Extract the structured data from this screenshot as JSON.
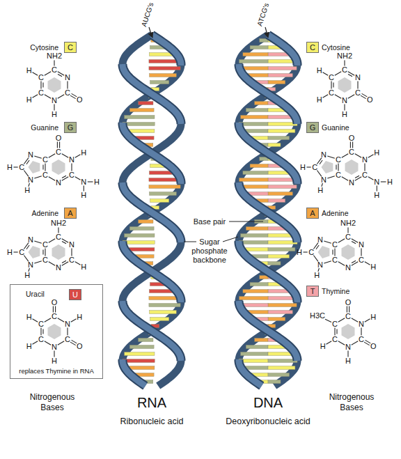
{
  "diagram": {
    "nodes": [
      {
        "text": [
          "C"
        ]
      },
      {
        "text": [
          "G"
        ]
      },
      {
        "text": [
          "A"
        ]
      },
      {
        "text": [
          "Uracil",
          "replaces Thymine in RNA"
        ]
      },
      {
        "text": [
          "U"
        ],
        "in": 3
      },
      {
        "text": [
          "C"
        ]
      },
      {
        "text": [
          "G"
        ]
      },
      {
        "text": [
          "A"
        ]
      },
      {
        "text": [
          "T"
        ]
      }
    ],
    "labels": [
      "AUCG's",
      "ATCG's",
      "Cytosine",
      "Guanine",
      "Adenine",
      "Cytosine",
      "Guanine",
      "Adenine",
      "Thymine",
      "Base pair",
      "Sugar phosphate backbone",
      "RNA",
      "Ribonucleic acid",
      "DNA",
      "Deoxyribonucleic acid",
      "Nitrogenous Bases",
      "Nitrogenous Bases",
      "NH2",
      "C",
      "N",
      "C",
      "O",
      "N",
      "H",
      "C",
      "H",
      "C",
      "H",
      "O",
      "C",
      "N",
      "H",
      "C",
      "N",
      "H",
      "H",
      "N",
      "C",
      "C",
      "N",
      "C",
      "H",
      "N",
      "H",
      "NH2",
      "C",
      "N",
      "C",
      "H",
      "N",
      "C",
      "C",
      "N",
      "C",
      "H",
      "N",
      "H",
      "O",
      "C",
      "N",
      "H",
      "C",
      "O",
      "N",
      "H",
      "C",
      "H",
      "C",
      "H",
      "NH2",
      "C",
      "N",
      "C",
      "O",
      "N",
      "H",
      "C",
      "H",
      "C",
      "H",
      "O",
      "C",
      "N",
      "H",
      "C",
      "N",
      "H",
      "H",
      "N",
      "C",
      "C",
      "N",
      "C",
      "H",
      "N",
      "H",
      "NH2",
      "C",
      "N",
      "C",
      "H",
      "N",
      "C",
      "C",
      "N",
      "C",
      "H",
      "N",
      "H",
      "O",
      "C",
      "N",
      "H",
      "C",
      "O",
      "N",
      "H",
      "C",
      "H",
      "C",
      "H3C"
    ]
  }
}
